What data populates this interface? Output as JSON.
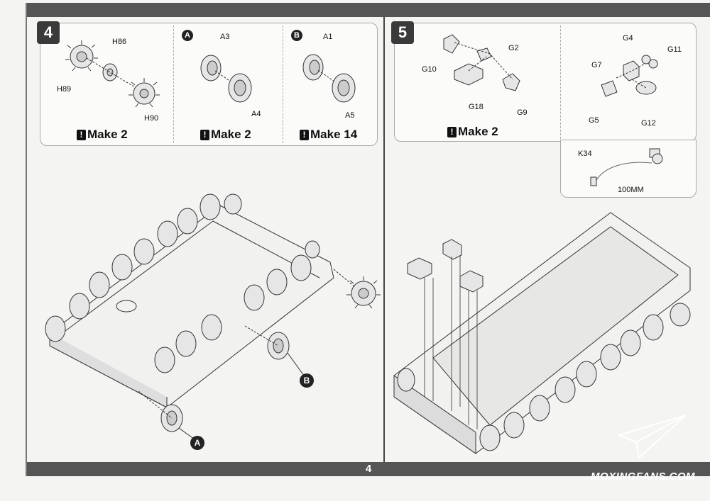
{
  "page": {
    "number": "4"
  },
  "step4": {
    "number": "4",
    "cells": [
      {
        "badge": "",
        "labels": [
          "H86",
          "H89",
          "H90"
        ],
        "make": "Make 2"
      },
      {
        "badge": "A",
        "labels": [
          "A3",
          "A4"
        ],
        "make": "Make 2"
      },
      {
        "badge": "B",
        "labels": [
          "A1",
          "A5"
        ],
        "make": "Make 14"
      }
    ],
    "callouts": [
      "B",
      "A"
    ]
  },
  "step5": {
    "number": "5",
    "left_labels": [
      "G2",
      "G10",
      "G18",
      "G9"
    ],
    "make": "Make 2",
    "right_labels": [
      "G4",
      "G11",
      "G7",
      "G5",
      "G12"
    ],
    "wire": {
      "part": "K34",
      "length": "100MM"
    }
  },
  "watermark": "MOXINGFANS.COM",
  "colors": {
    "bar": "#555555",
    "ink": "#111111",
    "panel": "#fbfbfa"
  }
}
